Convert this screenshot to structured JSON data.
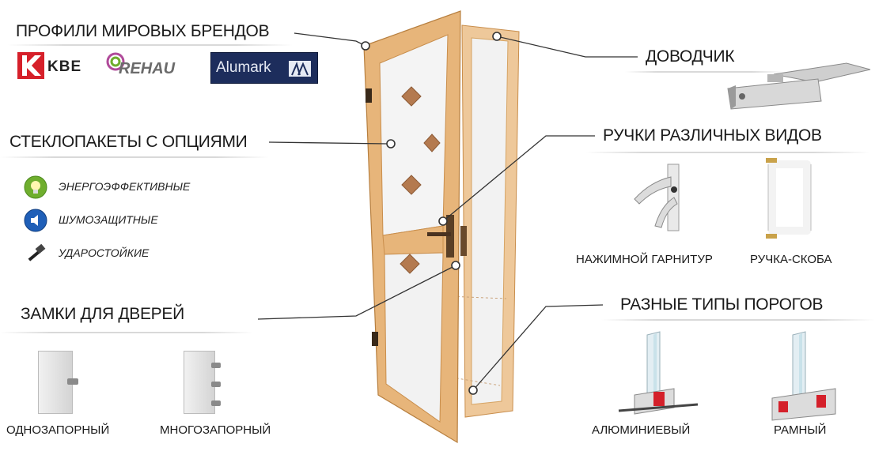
{
  "headings": {
    "profiles": "ПРОФИЛИ МИРОВЫХ БРЕНДОВ",
    "glass": "СТЕКЛОПАКЕТЫ С ОПЦИЯМИ",
    "locks": "ЗАМКИ ДЛЯ ДВЕРЕЙ",
    "closer": "ДОВОДЧИК",
    "handles": "РУЧКИ РАЗЛИЧНЫХ ВИДОВ",
    "thresholds": "РАЗНЫЕ ТИПЫ ПОРОГОВ"
  },
  "brands": {
    "kbe": "KBE",
    "rehau": "REHAU",
    "alumark": "Alumark"
  },
  "glass_options": [
    {
      "label": "ЭНЕРГОЭФФЕКТИВНЫЕ",
      "icon": "lightbulb-icon",
      "color": "#6fae2e"
    },
    {
      "label": "ШУМОЗАЩИТНЫЕ",
      "icon": "speaker-icon",
      "color": "#1f5fb8"
    },
    {
      "label": "УДАРОСТОЙКИЕ",
      "icon": "hammer-icon",
      "color": "#333333"
    }
  ],
  "locks": [
    {
      "label": "ОДНОЗАПОРНЫЙ"
    },
    {
      "label": "МНОГОЗАПОРНЫЙ"
    }
  ],
  "handles": [
    {
      "label": "НАЖИМНОЙ ГАРНИТУР"
    },
    {
      "label": "РУЧКА-СКОБА"
    }
  ],
  "thresholds": [
    {
      "label": "АЛЮМИНИЕВЫЙ"
    },
    {
      "label": "РАМНЫЙ"
    }
  ],
  "colors": {
    "frame_wood": "#e7b57a",
    "frame_dark": "#c98e4c",
    "kbe_red": "#d6202a",
    "alumark_bg": "#1d2d5c"
  }
}
